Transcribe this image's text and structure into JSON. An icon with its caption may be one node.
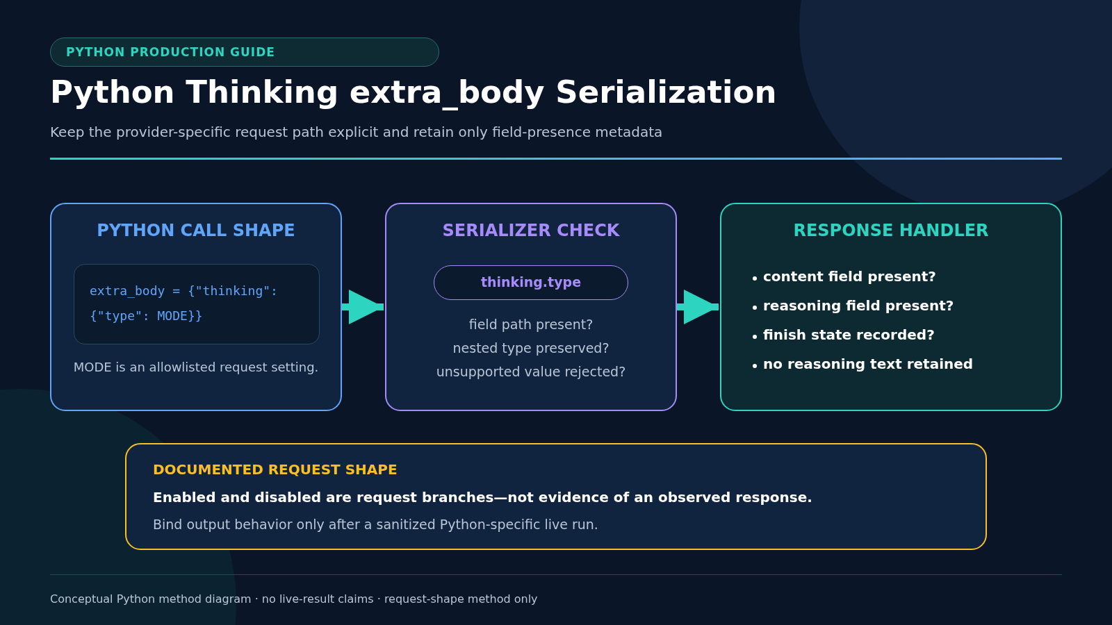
{
  "diagram": {
    "title": "Python Thinking extra_body Serialization",
    "nodes": [
      {
        "text": [
          "PYTHON CALL SHAPE",
          "MODE is an allowlisted request setting."
        ]
      },
      {
        "text": [
          "extra_body = {\"thinking\": {\"type\": MODE}}"
        ],
        "in": 0
      },
      {
        "text": [
          "SERIALIZER CHECK",
          "field path present?",
          "nested type preserved?",
          "unsupported value rejected?"
        ]
      },
      {
        "text": [
          "thinking.type"
        ],
        "in": 2
      },
      {
        "text": [
          "RESPONSE HANDLER",
          "content field present?",
          "reasoning field present?",
          "finish state recorded?",
          "no reasoning text retained"
        ]
      },
      {
        "text": [
          "DOCUMENTED REQUEST SHAPE",
          "Enabled and disabled are request branches—not evidence of an observed response.",
          "Bind output behavior only after a sanitized Python-specific live run."
        ]
      }
    ],
    "edges": [
      {
        "from": 0,
        "to": 2,
        "arrow": "to"
      },
      {
        "from": 2,
        "to": 4,
        "arrow": "to"
      }
    ],
    "labels": [
      "PYTHON PRODUCTION GUIDE",
      "Keep the provider-specific request path explicit and retain only field-presence metadata",
      "Conceptual Python method diagram · no live-result claims · request-shape method only"
    ]
  }
}
